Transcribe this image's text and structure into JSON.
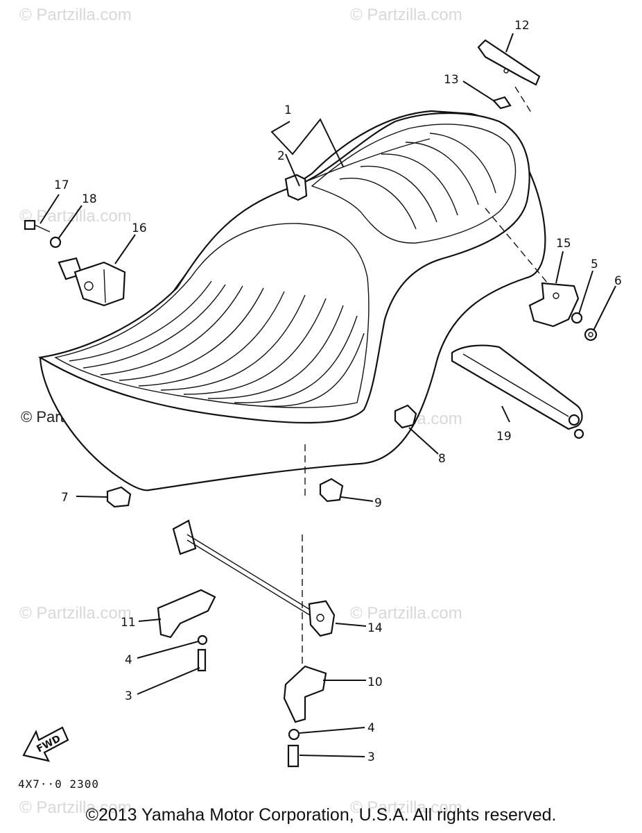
{
  "watermark": "© Partzilla.com",
  "diagram_code": "4X7··0 2300",
  "copyright": "©2013 Yamaha Motor Corporation, U.S.A. All rights reserved.",
  "fwd_label": "FWD",
  "callouts": {
    "c1": "1",
    "c2": "2",
    "c3a": "3",
    "c3b": "3",
    "c4a": "4",
    "c4b": "4",
    "c5": "5",
    "c6": "6",
    "c7": "7",
    "c8": "8",
    "c9": "9",
    "c10": "10",
    "c11": "11",
    "c12": "12",
    "c13": "13",
    "c14": "14",
    "c15": "15",
    "c16": "16",
    "c17": "17",
    "c18": "18",
    "c19": "19"
  }
}
